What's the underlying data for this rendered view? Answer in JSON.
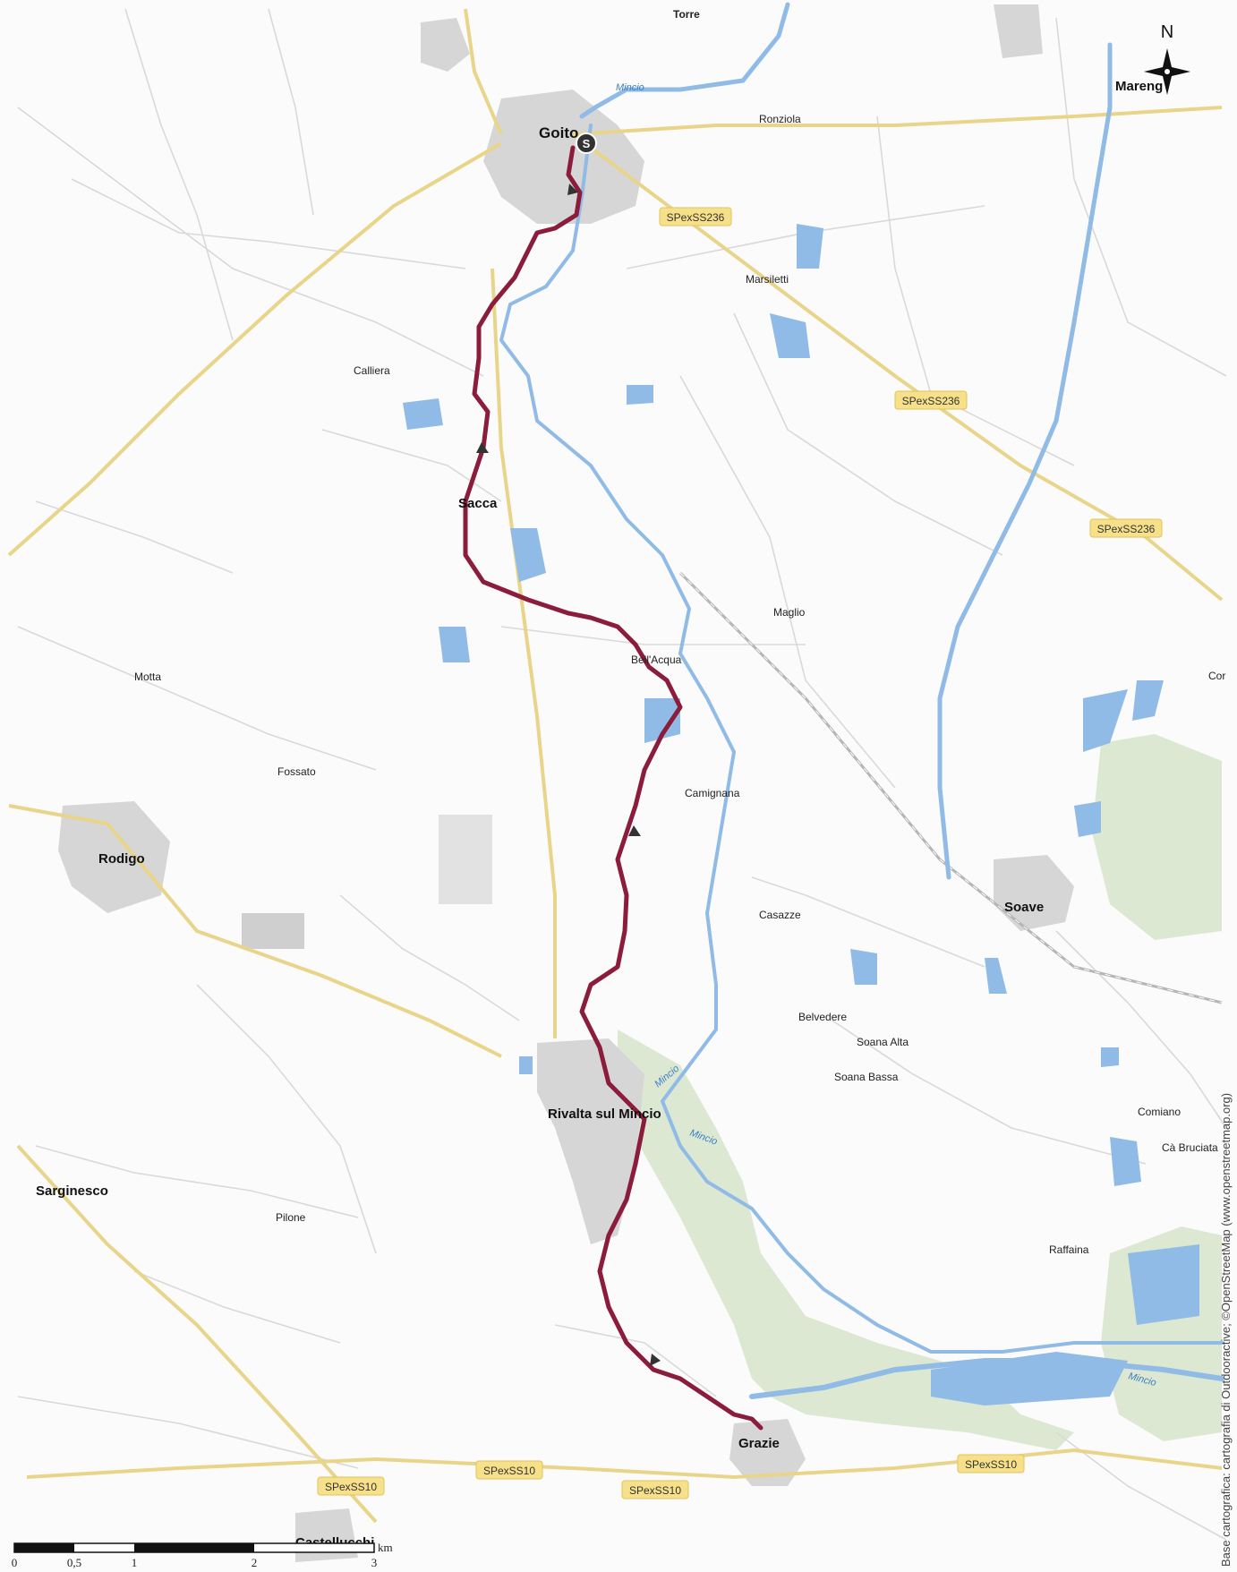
{
  "map": {
    "places_major": [
      {
        "key": "goito",
        "label": "Goito"
      },
      {
        "key": "rivalta",
        "label": "Rivalta sul Mincio"
      },
      {
        "key": "rodigo",
        "label": "Rodigo"
      },
      {
        "key": "sacca",
        "label": "Sacca"
      },
      {
        "key": "grazie",
        "label": "Grazie"
      },
      {
        "key": "soave",
        "label": "Soave"
      },
      {
        "key": "sarginesco",
        "label": "Sarginesco"
      },
      {
        "key": "marengo",
        "label": "Mareng"
      }
    ],
    "places_minor": [
      {
        "key": "torre",
        "label": "Torre"
      },
      {
        "key": "ronziola",
        "label": "Ronziola"
      },
      {
        "key": "marsiletti",
        "label": "Marsiletti"
      },
      {
        "key": "calliera",
        "label": "Calliera"
      },
      {
        "key": "maglio",
        "label": "Maglio"
      },
      {
        "key": "bellacqua",
        "label": "Bell'Acqua"
      },
      {
        "key": "motta",
        "label": "Motta"
      },
      {
        "key": "fossato",
        "label": "Fossato"
      },
      {
        "key": "camignana",
        "label": "Camignana"
      },
      {
        "key": "casazze",
        "label": "Casazze"
      },
      {
        "key": "belvedere",
        "label": "Belvedere"
      },
      {
        "key": "soana_alta",
        "label": "Soana Alta"
      },
      {
        "key": "soana_bassa",
        "label": "Soana Bassa"
      },
      {
        "key": "comiano",
        "label": "Comiano"
      },
      {
        "key": "ca_bruciata",
        "label": "Cà Bruciata"
      },
      {
        "key": "raffaina",
        "label": "Raffaina"
      },
      {
        "key": "pilone",
        "label": "Pilone"
      },
      {
        "key": "cor",
        "label": "Cor"
      },
      {
        "key": "castellucchio",
        "label": "Castellucchi"
      }
    ],
    "roads": [
      {
        "key": "sp236_a",
        "label": "SPexSS236"
      },
      {
        "key": "sp236_b",
        "label": "SPexSS236"
      },
      {
        "key": "sp236_c",
        "label": "SPexSS236"
      },
      {
        "key": "sp10_a",
        "label": "SPexSS10"
      },
      {
        "key": "sp10_b",
        "label": "SPexSS10"
      },
      {
        "key": "sp10_c",
        "label": "SPexSS10"
      },
      {
        "key": "sp10_d",
        "label": "SPexSS10"
      }
    ],
    "river_labels": [
      {
        "key": "mincio_top",
        "label": "Mincio"
      },
      {
        "key": "mincio_mid",
        "label": "Mincio"
      },
      {
        "key": "mincio_mid2",
        "label": "Mincio"
      },
      {
        "key": "mincio_lake",
        "label": "Mincio"
      }
    ],
    "start_marker": "S",
    "compass": "N",
    "scale": {
      "ticks": [
        "0",
        "0,5",
        "1",
        "2",
        "3"
      ],
      "unit": "km"
    },
    "attribution": "Base cartografica: cartografia di Outdooractive; ©OpenStreetMap (www.openstreetmap.org)",
    "colors": {
      "route": "#8b1c3c",
      "river": "#8fbbe6",
      "water": "#8fbbe6",
      "park": "#dde8d3",
      "road_major": "#e8d58a",
      "road_minor": "#d9d9d9",
      "urban": "#c9c9c9"
    }
  }
}
